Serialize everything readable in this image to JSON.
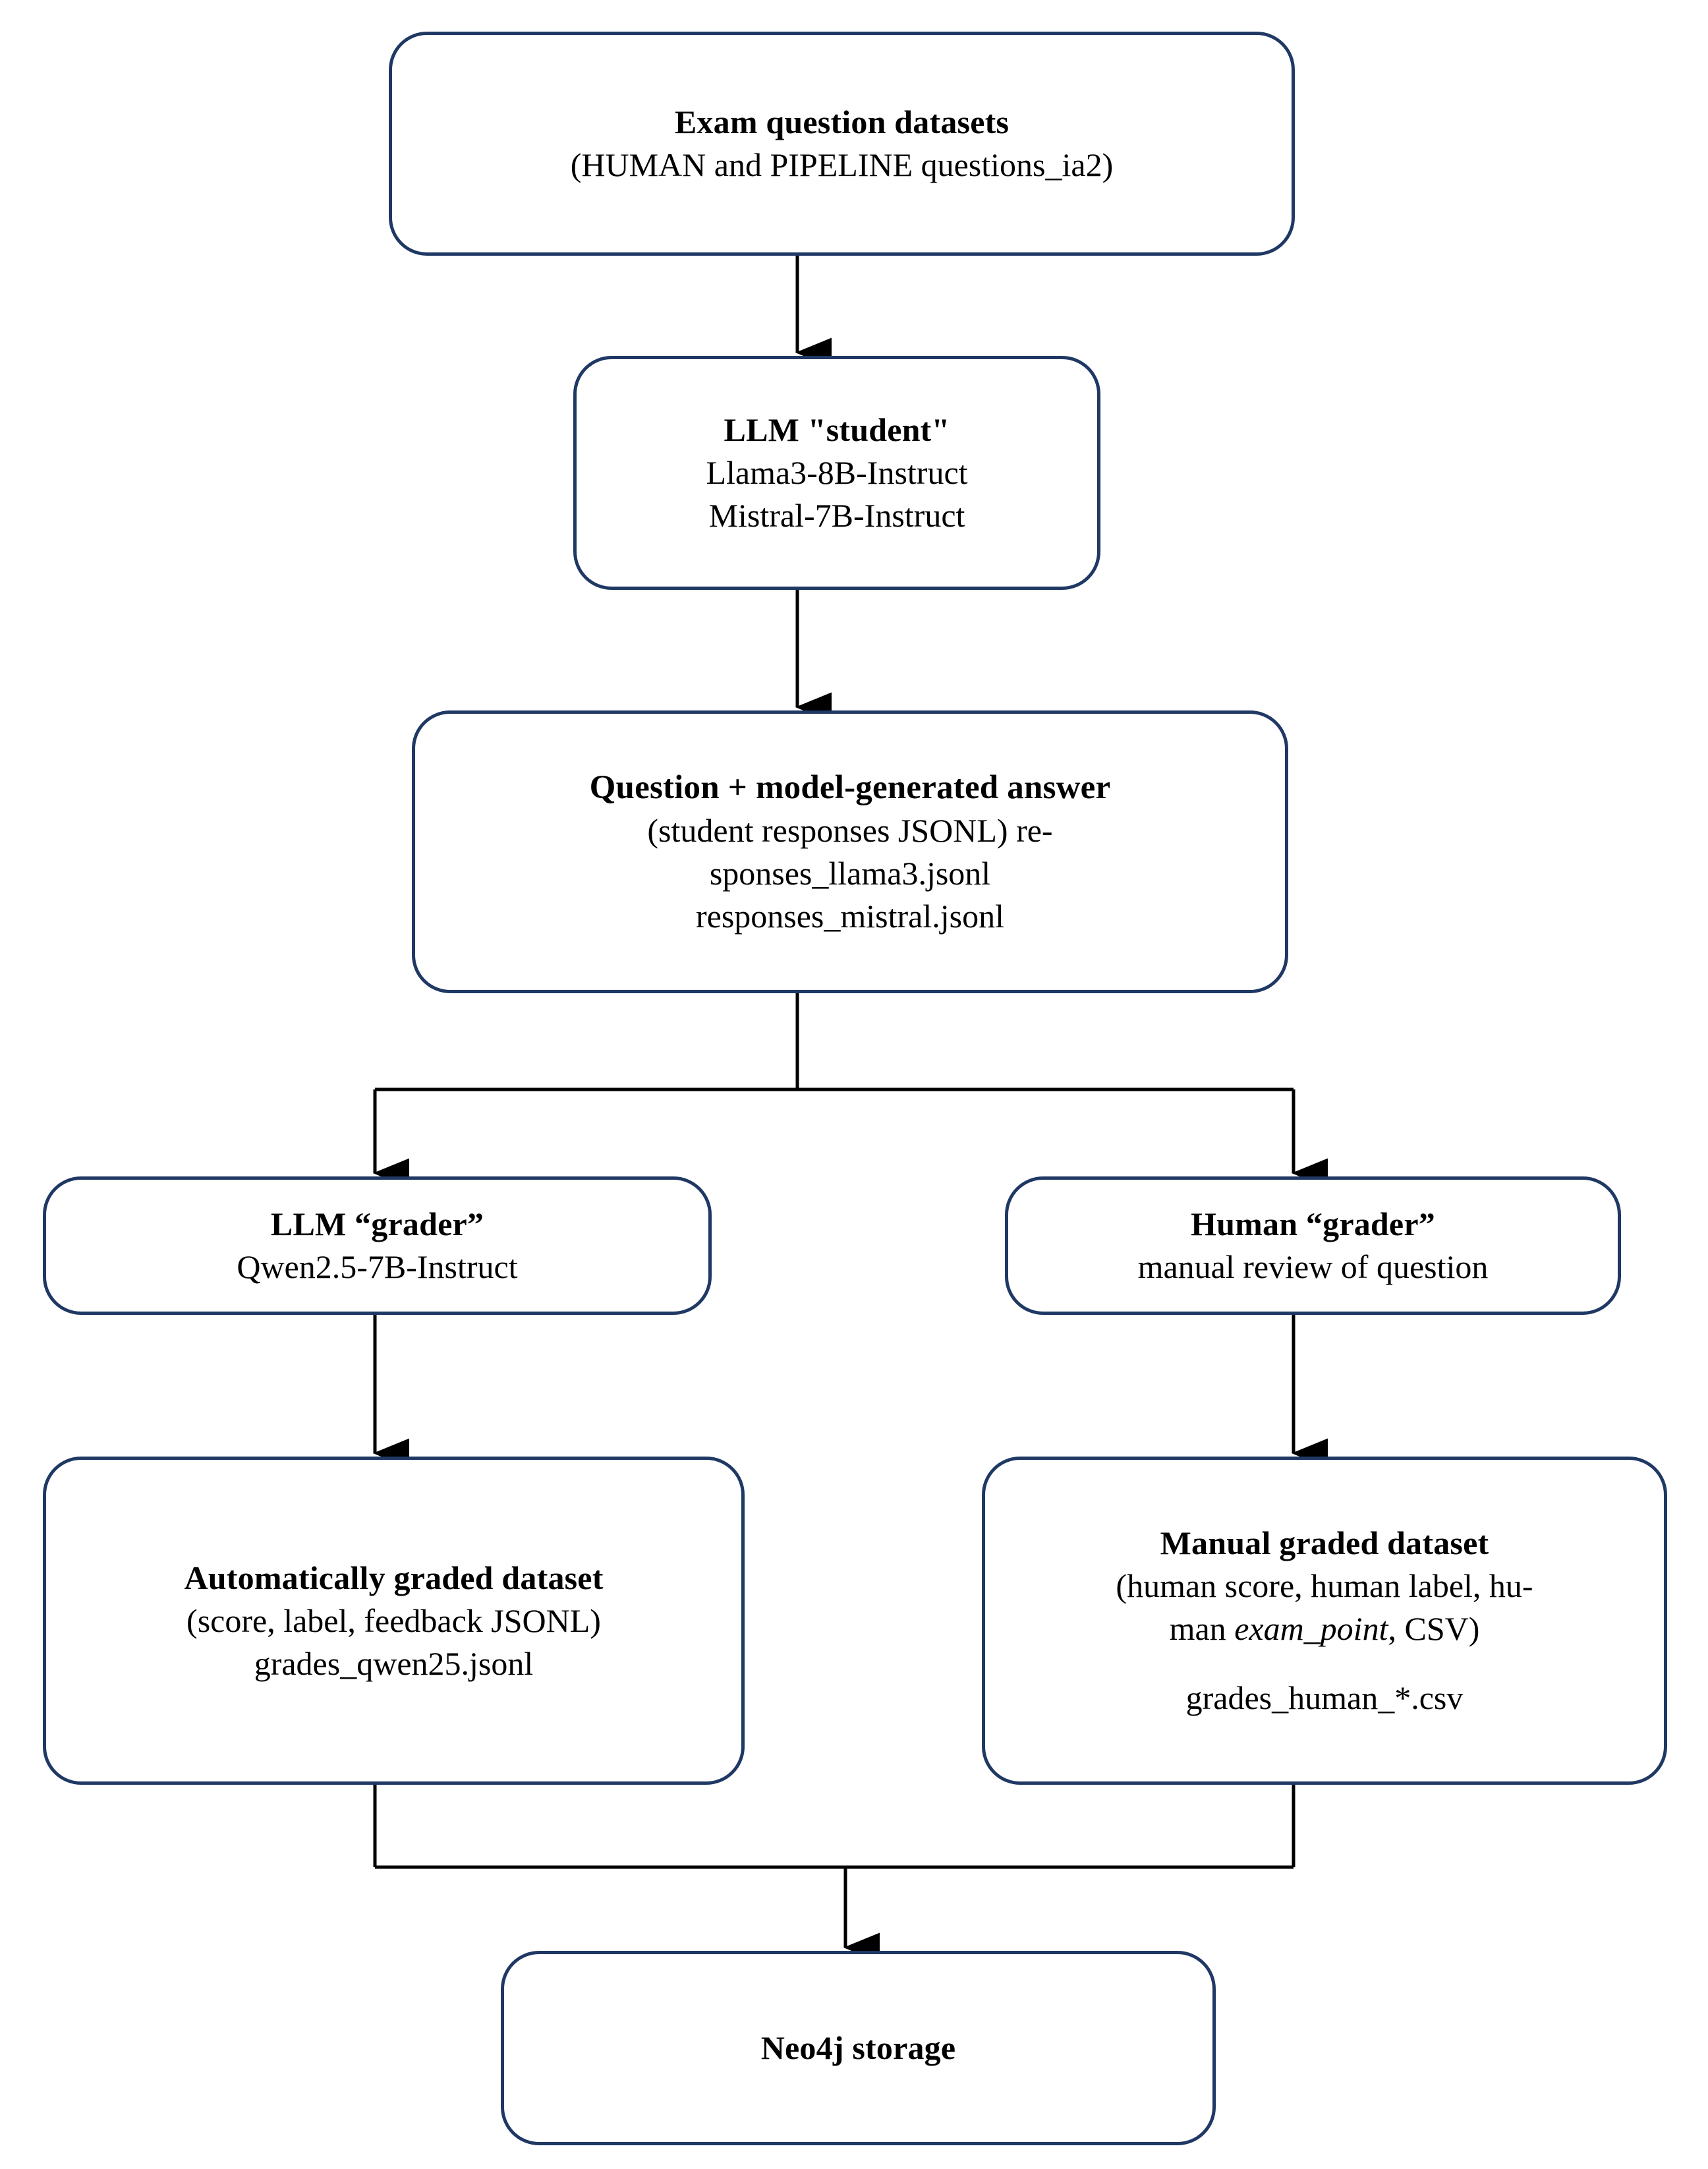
{
  "diagram": {
    "title": "LLM grading pipeline flowchart",
    "accent_color": "#1f3864",
    "connector_color": "#000000",
    "background": "#ffffff",
    "nodes": [
      {
        "id": "exam-datasets",
        "title": "Exam question datasets",
        "lines": [
          "(HUMAN and PIPELINE questions_ia2)"
        ]
      },
      {
        "id": "llm-student",
        "title": "LLM \"student\"",
        "lines": [
          "Llama3-8B-Instruct",
          "Mistral-7B-Instruct"
        ]
      },
      {
        "id": "question-answer",
        "title": "Question + model-generated answer",
        "lines": [
          "(student responses JSONL) re-",
          "sponses_llama3.jsonl",
          "responses_mistral.jsonl"
        ]
      },
      {
        "id": "llm-grader",
        "title": "LLM “grader”",
        "lines": [
          "Qwen2.5-7B-Instruct"
        ]
      },
      {
        "id": "human-grader",
        "title": "Human “grader”",
        "lines": [
          "manual review of question"
        ]
      },
      {
        "id": "auto-graded",
        "title": "Automatically graded dataset",
        "lines": [
          "(score, label, feedback JSONL)",
          "grades_qwen25.jsonl"
        ]
      },
      {
        "id": "manual-graded",
        "title": "Manual graded dataset",
        "lines": [
          "(human score, human label, hu-",
          "man exam_point, CSV)",
          "grades_human_*.csv"
        ],
        "line2_prefix": "man ",
        "line2_italic": "exam_point",
        "line2_suffix": ", CSV)"
      },
      {
        "id": "neo4j",
        "title": "Neo4j storage",
        "lines": []
      }
    ],
    "edges": [
      {
        "from": "exam-datasets",
        "to": "llm-student",
        "type": "straight-down"
      },
      {
        "from": "llm-student",
        "to": "question-answer",
        "type": "straight-down"
      },
      {
        "from": "question-answer",
        "to": "llm-grader",
        "type": "split-left"
      },
      {
        "from": "question-answer",
        "to": "human-grader",
        "type": "split-right"
      },
      {
        "from": "llm-grader",
        "to": "auto-graded",
        "type": "straight-down"
      },
      {
        "from": "human-grader",
        "to": "manual-graded",
        "type": "straight-down"
      },
      {
        "from": "auto-graded",
        "to": "neo4j",
        "type": "merge-left"
      },
      {
        "from": "manual-graded",
        "to": "neo4j",
        "type": "merge-right"
      }
    ]
  }
}
